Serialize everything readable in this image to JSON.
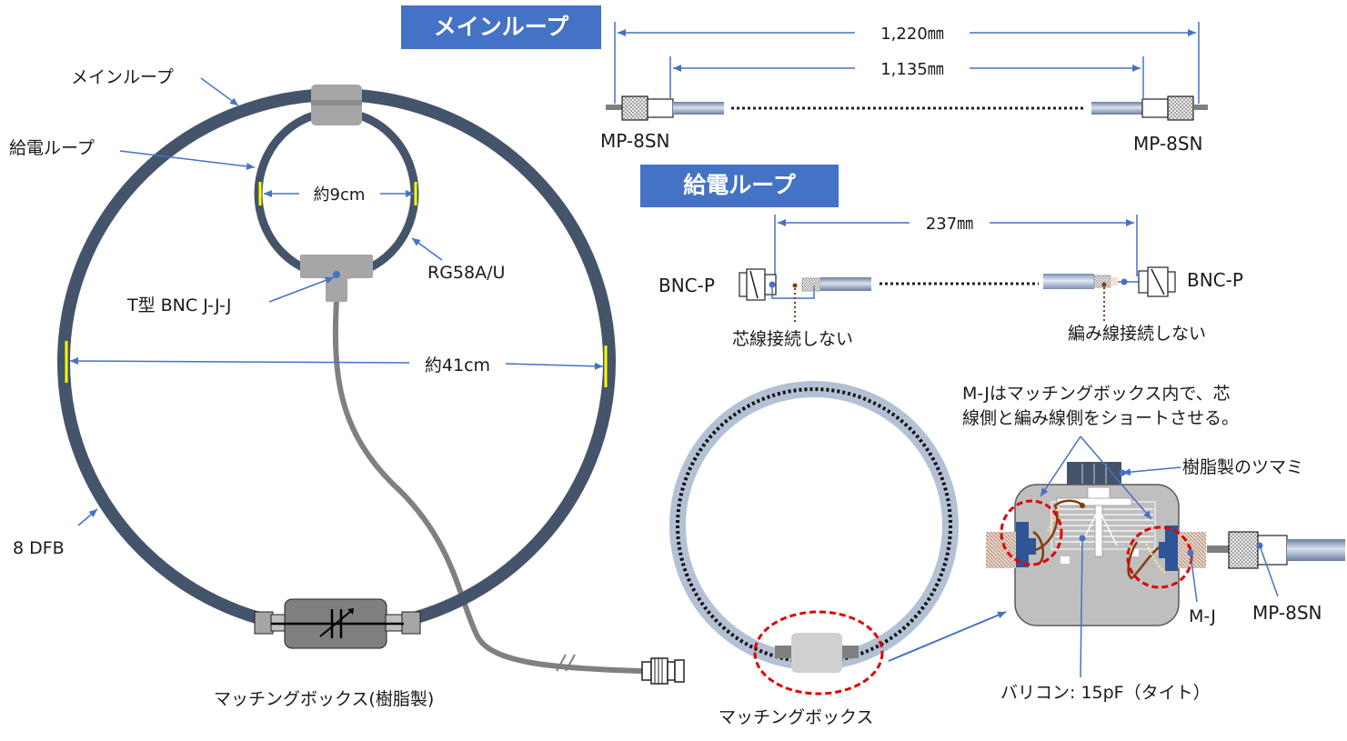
{
  "sections": {
    "main_loop_title": "メインループ",
    "feed_loop_title": "給電ループ"
  },
  "left_diagram": {
    "label_main_loop": "メインループ",
    "label_feed_loop": "給電ループ",
    "label_feed_diameter": "約9cm",
    "label_rg58": "RG58A/U",
    "label_tee": "T型 BNC J-J-J",
    "label_main_diameter": "約41cm",
    "label_8dfb": "8 DFB",
    "label_matching_box": "マッチングボックス(樹脂製)"
  },
  "main_loop_cable": {
    "length_outer": "1,220㎜",
    "length_inner": "1,135㎜",
    "connector_left": "MP-8SN",
    "connector_right": "MP-8SN"
  },
  "feed_loop_cable": {
    "length": "237㎜",
    "connector_left": "BNC-P",
    "connector_right": "BNC-P",
    "note_core": "芯線接続しない",
    "note_braid": "編み線接続しない"
  },
  "matching_box_detail": {
    "note_line1": "M-Jはマッチングボックス内で、芯",
    "note_line2": "線側と編み線側をショートさせる。",
    "label_knob": "樹脂製のツマミ",
    "label_mj": "M-J",
    "label_mp8sn": "MP-8SN",
    "label_varicon": "バリコン: 15pF（タイト）",
    "label_matching_box": "マッチングボックス"
  },
  "colors": {
    "loop_dark": "#44546a",
    "title_bg": "#4472c4",
    "arrow_blue": "#4472c4",
    "marker_yellow": "#ffff00",
    "highlight_red": "#e00000",
    "small_loop_fill": "#b4c0d4"
  }
}
